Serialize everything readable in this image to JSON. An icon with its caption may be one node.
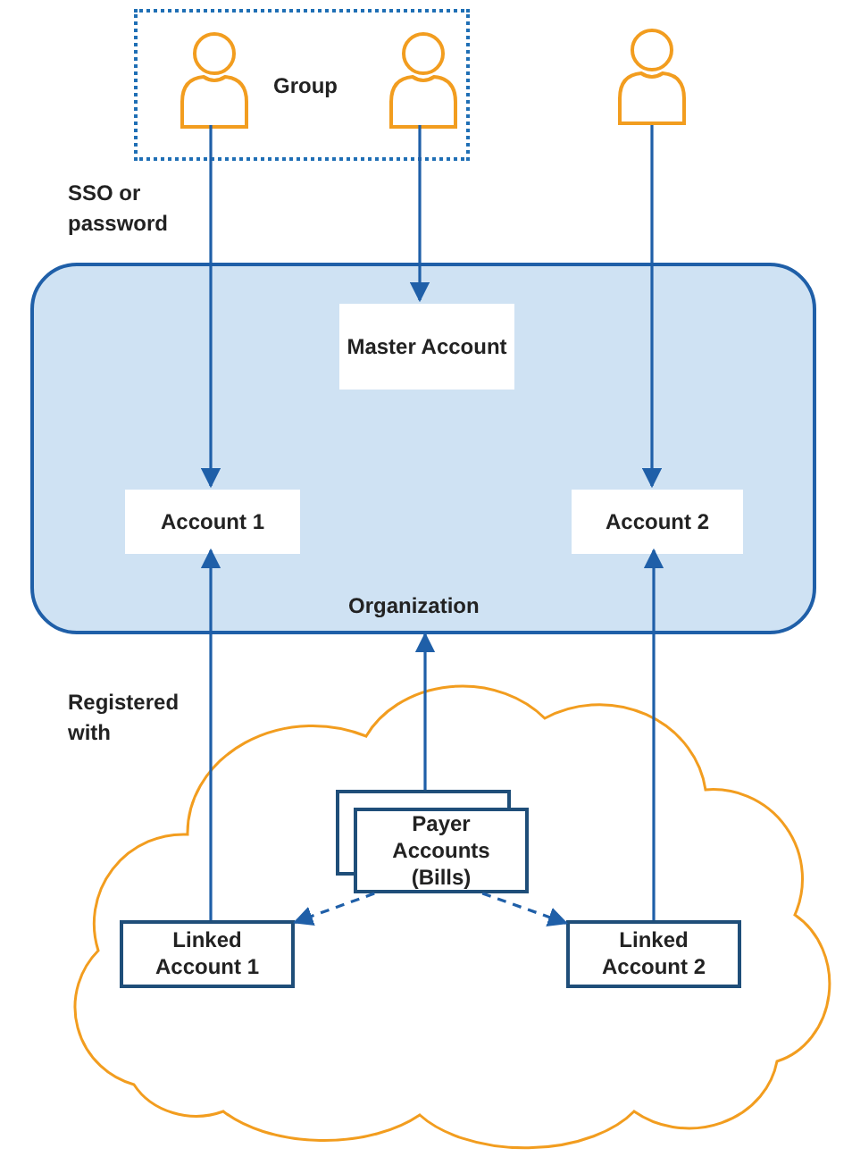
{
  "diagram": {
    "nodes": [
      {
        "text": [
          "Group"
        ]
      },
      {
        "text": [],
        "shape": "person",
        "in": 0
      },
      {
        "text": [],
        "shape": "person",
        "in": 0
      },
      {
        "text": [],
        "shape": "person"
      },
      {
        "text": [
          "Organization"
        ]
      },
      {
        "text": [
          "Master Account"
        ],
        "in": 4
      },
      {
        "text": [
          "Account 1"
        ],
        "in": 4
      },
      {
        "text": [
          "Account 2"
        ],
        "in": 4
      },
      {
        "text": [],
        "shape": "cloud"
      },
      {
        "text": [
          "Payer Accounts (Bills)"
        ],
        "in": 8
      },
      {
        "text": [
          "Linked Account 1"
        ],
        "in": 8
      },
      {
        "text": [
          "Linked Account 2"
        ],
        "in": 8
      }
    ],
    "edges": [
      {
        "from": 1,
        "to": 6,
        "arrow": "to"
      },
      {
        "from": 2,
        "to": 5,
        "arrow": "to"
      },
      {
        "from": 3,
        "to": 7,
        "arrow": "to"
      },
      {
        "from": 10,
        "to": 6,
        "arrow": "to"
      },
      {
        "from": 11,
        "to": 7,
        "arrow": "to"
      },
      {
        "from": 9,
        "to": 4,
        "arrow": "to"
      },
      {
        "from": 9,
        "to": 10,
        "arrow": "to",
        "style": "dashed"
      },
      {
        "from": 9,
        "to": 11,
        "arrow": "to",
        "style": "dashed"
      }
    ],
    "labels": [
      "SSO or password",
      "Registered with"
    ]
  }
}
